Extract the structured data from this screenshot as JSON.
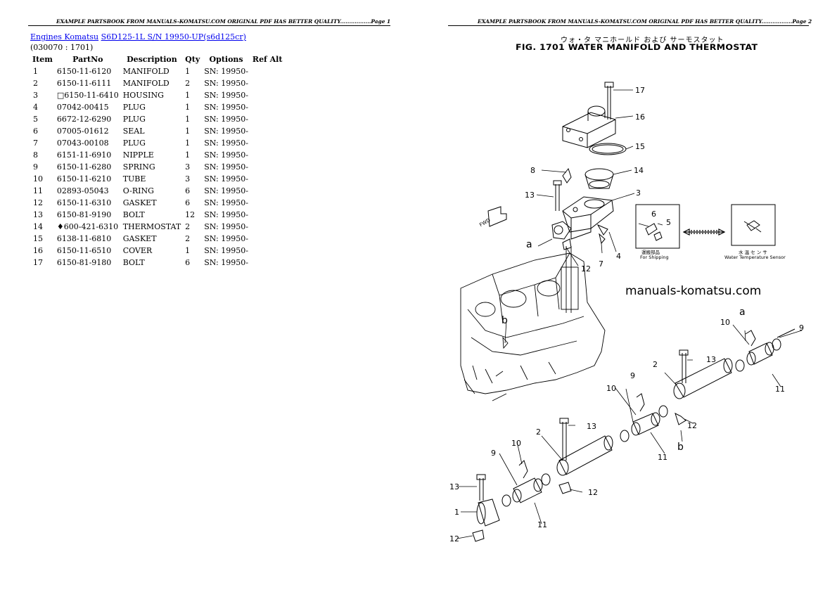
{
  "page1": {
    "header": "EXAMPLE PARTSBOOK FROM MANUALS-KOMATSU.COM ORIGINAL PDF HAS BETTER QUALITY.................Page 1",
    "breadcrumb": {
      "link1": "Engines Komatsu",
      "link2": "S6D125-1L S/N 19950-UP(s6d125cr)"
    },
    "code": "(030070 : 1701)",
    "table": {
      "headers": [
        "Item",
        "PartNo",
        "Description",
        "Qty",
        "Options",
        "Ref Alt"
      ],
      "rows": [
        {
          "item": "1",
          "partno": "6150-11-6120",
          "desc": "MANIFOLD",
          "qty": "1",
          "options": "SN: 19950-"
        },
        {
          "item": "2",
          "partno": "6150-11-6111",
          "desc": "MANIFOLD",
          "qty": "2",
          "options": "SN: 19950-"
        },
        {
          "item": "3",
          "partno": "□6150-11-6410",
          "desc": "HOUSING",
          "qty": "1",
          "options": "SN: 19950-"
        },
        {
          "item": "4",
          "partno": "07042-00415",
          "desc": "PLUG",
          "qty": "1",
          "options": "SN: 19950-"
        },
        {
          "item": "5",
          "partno": "6672-12-6290",
          "desc": "PLUG",
          "qty": "1",
          "options": "SN: 19950-"
        },
        {
          "item": "6",
          "partno": "07005-01612",
          "desc": "SEAL",
          "qty": "1",
          "options": "SN: 19950-"
        },
        {
          "item": "7",
          "partno": "07043-00108",
          "desc": "PLUG",
          "qty": "1",
          "options": "SN: 19950-"
        },
        {
          "item": "8",
          "partno": "6151-11-6910",
          "desc": "NIPPLE",
          "qty": "1",
          "options": "SN: 19950-"
        },
        {
          "item": "9",
          "partno": "6150-11-6280",
          "desc": "SPRING",
          "qty": "3",
          "options": "SN: 19950-"
        },
        {
          "item": "10",
          "partno": "6150-11-6210",
          "desc": "TUBE",
          "qty": "3",
          "options": "SN: 19950-"
        },
        {
          "item": "11",
          "partno": "02893-05043",
          "desc": "O-RING",
          "qty": "6",
          "options": "SN: 19950-"
        },
        {
          "item": "12",
          "partno": "6150-11-6310",
          "desc": "GASKET",
          "qty": "6",
          "options": "SN: 19950-"
        },
        {
          "item": "13",
          "partno": "6150-81-9190",
          "desc": "BOLT",
          "qty": "12",
          "options": "SN: 19950-"
        },
        {
          "item": "14",
          "partno": "♦600-421-6310",
          "desc": "THERMOSTAT",
          "qty": "2",
          "options": "SN: 19950-"
        },
        {
          "item": "15",
          "partno": "6138-11-6810",
          "desc": "GASKET",
          "qty": "2",
          "options": "SN: 19950-"
        },
        {
          "item": "16",
          "partno": "6150-11-6510",
          "desc": "COVER",
          "qty": "1",
          "options": "SN: 19950-"
        },
        {
          "item": "17",
          "partno": "6150-81-9180",
          "desc": "BOLT",
          "qty": "6",
          "options": "SN: 19950-"
        }
      ]
    }
  },
  "page2": {
    "header": "EXAMPLE PARTSBOOK FROM MANUALS-KOMATSU.COM ORIGINAL PDF HAS BETTER QUALITY.................Page 2",
    "fig_title_jp": "ウォ・タ マニホールド および サーモスタット",
    "fig_title": "FIG. 1701  WATER MANIFOLD AND THERMOSTAT",
    "watermark": "manuals-komatsu.com",
    "inset_labels": {
      "shipping_jp": "運搬部品",
      "shipping": "For Shipping",
      "sensor_jp": "水 温 セ ン サ",
      "sensor": "Water Temperature Sensor",
      "fwd": "FWD"
    },
    "callouts": [
      "17",
      "16",
      "15",
      "14",
      "8",
      "3",
      "13",
      "6",
      "5",
      "a",
      "4",
      "7",
      "12",
      "b",
      "9",
      "10",
      "a",
      "13",
      "2",
      "11",
      "9",
      "10",
      "12",
      "b",
      "11",
      "13",
      "2",
      "10",
      "9",
      "12",
      "13",
      "11",
      "1",
      "12"
    ]
  }
}
